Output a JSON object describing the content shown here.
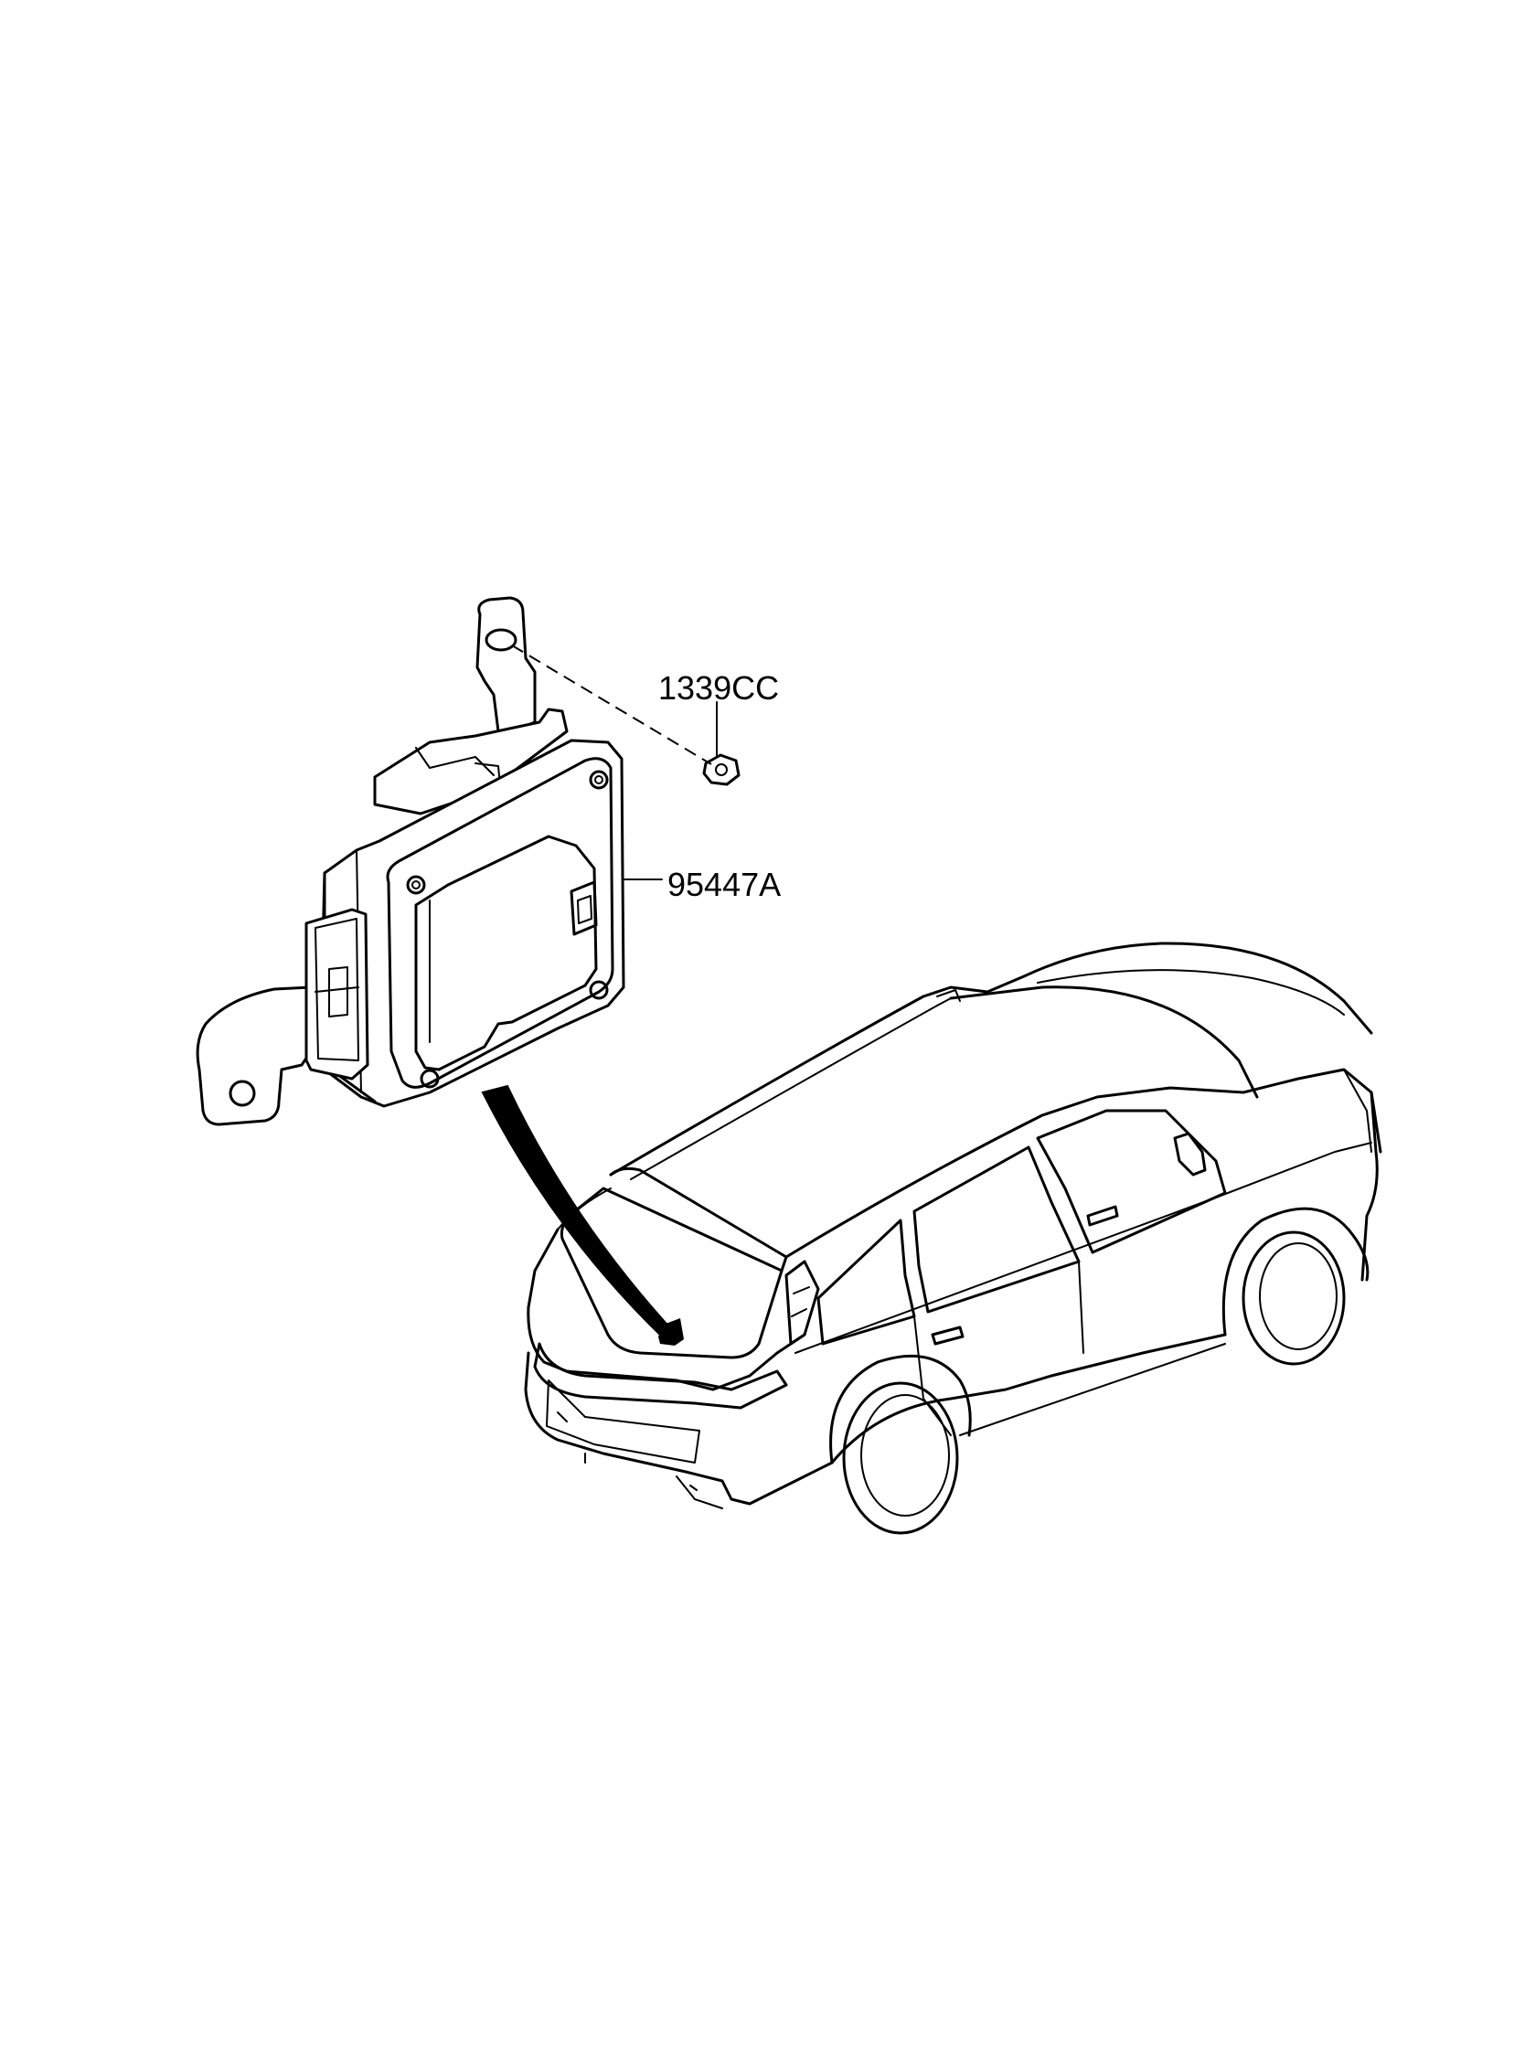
{
  "diagram": {
    "callouts": [
      {
        "part_number": "1339CC",
        "part": "bolt"
      },
      {
        "part_number": "95447A",
        "part": "control-module"
      }
    ]
  }
}
